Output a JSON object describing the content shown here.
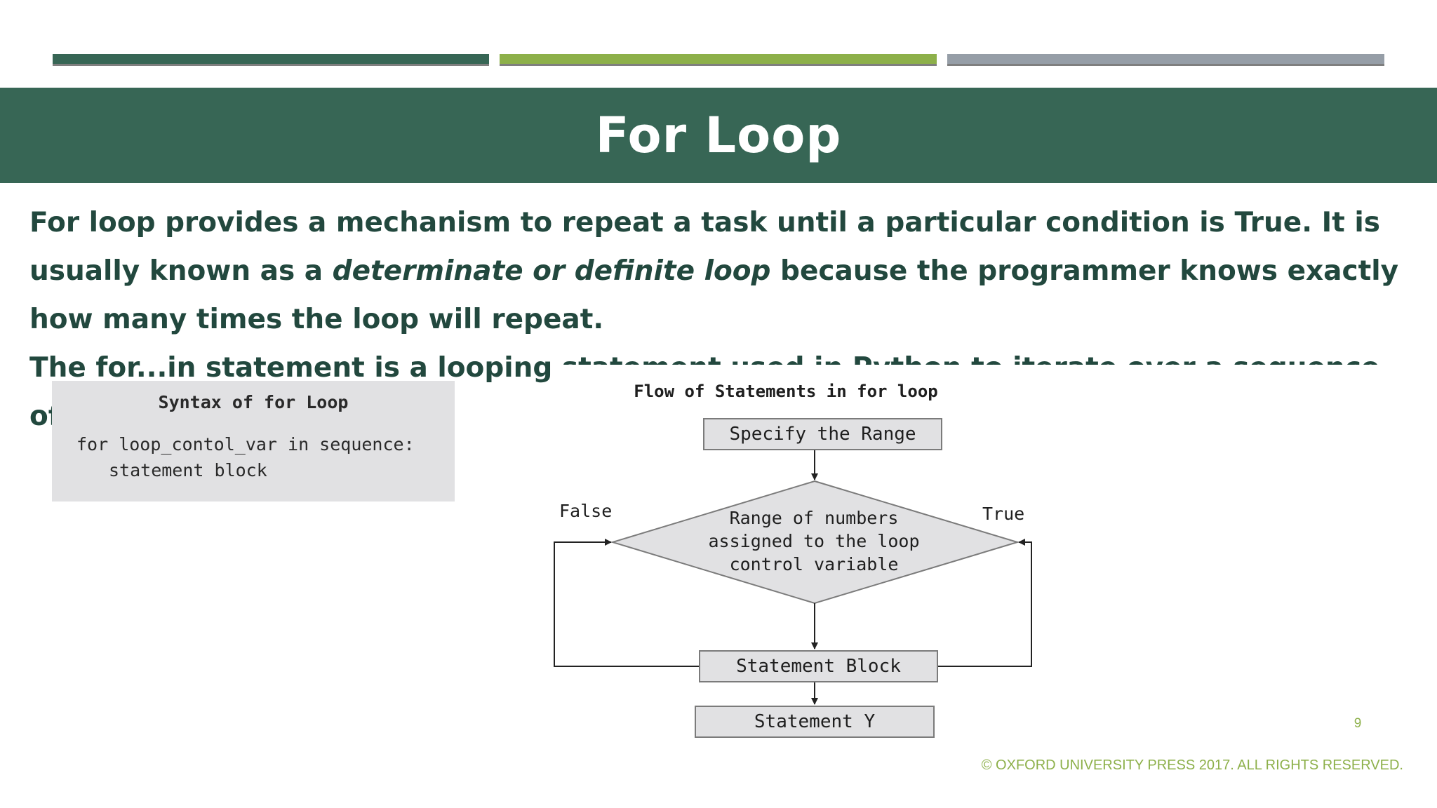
{
  "colors": {
    "accent_dark_green": "#376655",
    "accent_light_green": "#8db04a",
    "accent_gray": "#969ea7",
    "title_band": "#376655",
    "body_text": "#22483e",
    "box_fill": "#e1e1e3"
  },
  "slide": {
    "title": "For Loop",
    "paragraph1": {
      "text_before": "For loop provides a mechanism to repeat a task until a particular condition is True.  It is usually known as a ",
      "text_italic": "determinate or definite loop",
      "text_after": " because the programmer knows exactly how many times the loop will repeat."
    },
    "paragraph2": "The for...in statement is a looping statement used in Python to iterate over a sequence of o",
    "page_number": "9",
    "copyright": "© OXFORD UNIVERSITY PRESS 2017. ALL RIGHTS RESERVED."
  },
  "syntax_box": {
    "title": "Syntax of for Loop",
    "line1": "for loop_contol_var in sequence:",
    "line2": "statement block"
  },
  "flowchart": {
    "title": "Flow of Statements in for loop",
    "start_box": "Specify the Range",
    "decision": [
      "Range of numbers",
      "assigned to the loop",
      "control variable"
    ],
    "false_label": "False",
    "true_label": "True",
    "block_box": "Statement Block",
    "end_box": "Statement Y"
  }
}
